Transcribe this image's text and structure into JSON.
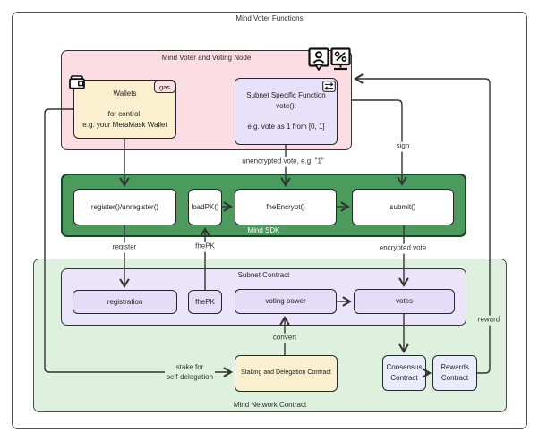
{
  "title": "Mind Voter Functions",
  "colors": {
    "pink": "#fbdde3",
    "cream": "#faf0cf",
    "lavender": "#e4ddf8",
    "lavender_light": "#e9ecfb",
    "green_band": "#4d9a5f",
    "green_light": "#def0de",
    "line": "#333333"
  },
  "voting_node": {
    "title": "Mind Voter and Voting Node",
    "icons": [
      "person-chat-icon",
      "percent-monitor-icon"
    ],
    "wallets": {
      "icon": "wallet-icon",
      "badge": "gas",
      "text": "Wallets\n\nfor control,\ne.g. your MetaMask Wallet"
    },
    "subnet_function": {
      "icon": "swap-arrows-icon",
      "text": "Subnet Specific Function\nvote():\n\ne.g. vote as 1 from [0, 1]"
    }
  },
  "sdk": {
    "label": "Mind SDK",
    "register": "register()/unregister()",
    "loadpk": "loadPK()",
    "fheencrypt": "fheEncrypt()",
    "submit": "submit()"
  },
  "subnet_contract": {
    "label": "Subnet Contract",
    "registration": "registration",
    "fhepk": "fhePK",
    "voting_power": "voting power",
    "votes": "votes"
  },
  "network_contract": {
    "label": "Mind Network Contract",
    "staking": "Staking and Delegation Contract",
    "consensus": "Consensus\nContract",
    "rewards": "Rewards\nContract"
  },
  "edges": {
    "unencrypted": "unencrypted vote, e.g. \"1\"",
    "sign": "sign",
    "register": "register",
    "fhepk": "fhePK",
    "encrypted": "encrypted vote",
    "convert": "convert",
    "stake": "stake for\nself-delegation",
    "reward": "reward"
  }
}
